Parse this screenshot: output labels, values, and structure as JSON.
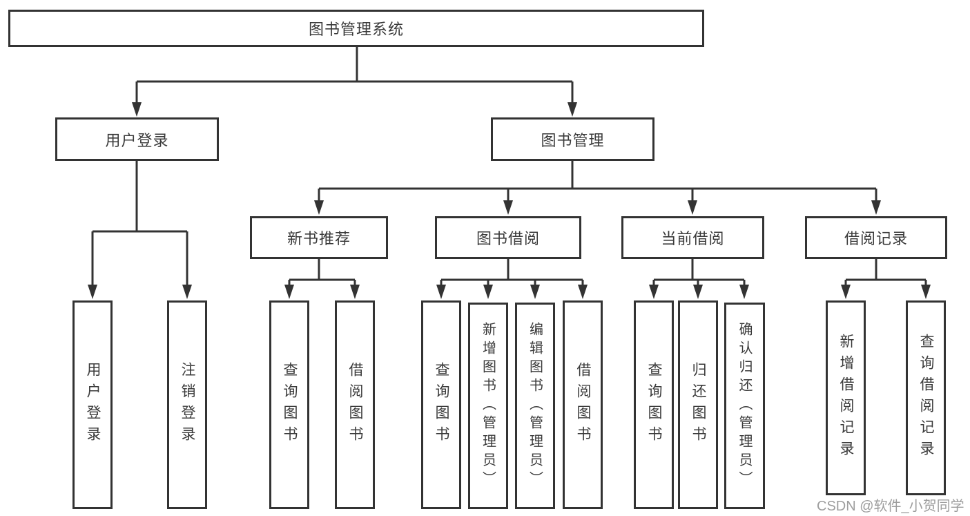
{
  "title": "图书管理系统",
  "nodes": {
    "user_login": "用户登录",
    "book_management": "图书管理",
    "new_book_recommend": "新书推荐",
    "book_borrowing": "图书借阅",
    "current_borrowing": "当前借阅",
    "borrowing_records": "借阅记录"
  },
  "leaves": {
    "user_login": [
      "用户登录",
      "注销登录"
    ],
    "new_book_recommend": [
      "查询图书",
      "借阅图书"
    ],
    "book_borrowing": [
      "查询图书",
      "新增图书（管理员）",
      "编辑图书（管理员）",
      "借阅图书"
    ],
    "current_borrowing": [
      "查询图书",
      "归还图书",
      "确认归还（管理员）"
    ],
    "borrowing_records": [
      "新增借阅记录",
      "查询借阅记录"
    ]
  },
  "watermark": "CSDN @软件_小贺同学",
  "colors": {
    "line": "#333333",
    "border": "#333333",
    "text": "#3a3a3a",
    "watermark": "#9d9d9d",
    "background": "#ffffff"
  }
}
